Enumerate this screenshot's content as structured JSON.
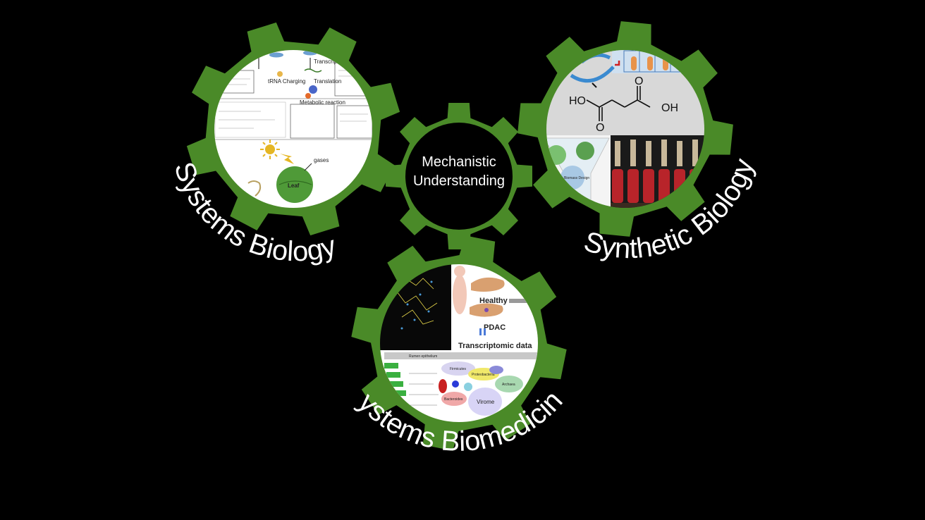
{
  "diagram": {
    "center_gear": {
      "line1": "Mechanistic",
      "line2": "Understanding"
    },
    "gears": [
      {
        "label": "Systems Biology",
        "panel_text": [
          "tRNA Charging",
          "Transcription",
          "Translation",
          "Metabolic reaction",
          "Leaf",
          "gases"
        ]
      },
      {
        "label": "Synthetic Biology",
        "panel_text": [
          "HO",
          "OH",
          "Biomass Design"
        ]
      },
      {
        "label": "Systems Biomedicine",
        "panel_text": [
          "Healthy",
          "PDAC",
          "Transcriptomic data",
          "Rumen epithelium",
          "Firmicutes",
          "Proteobacteria",
          "Bacteroides",
          "Virome",
          "Archaea"
        ]
      }
    ],
    "colors": {
      "background": "#000000",
      "gear": "#4a8a28",
      "label": "#ffffff"
    }
  }
}
